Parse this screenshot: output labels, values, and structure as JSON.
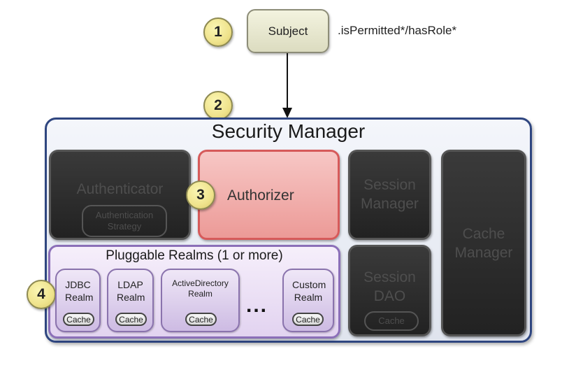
{
  "steps": [
    "1",
    "2",
    "3",
    "4"
  ],
  "subject": {
    "label": "Subject",
    "call": ".isPermitted*/hasRole*"
  },
  "security_manager": {
    "title": "Security Manager"
  },
  "authenticator": {
    "label": "Authenticator",
    "strategy": "Authentication Strategy"
  },
  "authorizer": {
    "label": "Authorizer"
  },
  "session_manager": {
    "label": "Session Manager"
  },
  "cache_manager": {
    "label": "Cache Manager"
  },
  "session_dao": {
    "label": "Session DAO",
    "cache": "Cache"
  },
  "realms": {
    "title": "Pluggable Realms (1 or more)",
    "items": [
      {
        "name": "JDBC Realm",
        "cache": "Cache"
      },
      {
        "name": "LDAP Realm",
        "cache": "Cache"
      },
      {
        "name": "ActiveDirectory Realm",
        "cache": "Cache"
      },
      {
        "name": "Custom Realm",
        "cache": "Cache"
      }
    ],
    "ellipsis": "..."
  },
  "colors": {
    "security_manager_border": "#2f4680",
    "authorizer_fill": "#ec9a97",
    "realm_fill": "#cdbbe3",
    "step_fill": "#efe38c",
    "inactive_fill": "#2a2a2a"
  }
}
